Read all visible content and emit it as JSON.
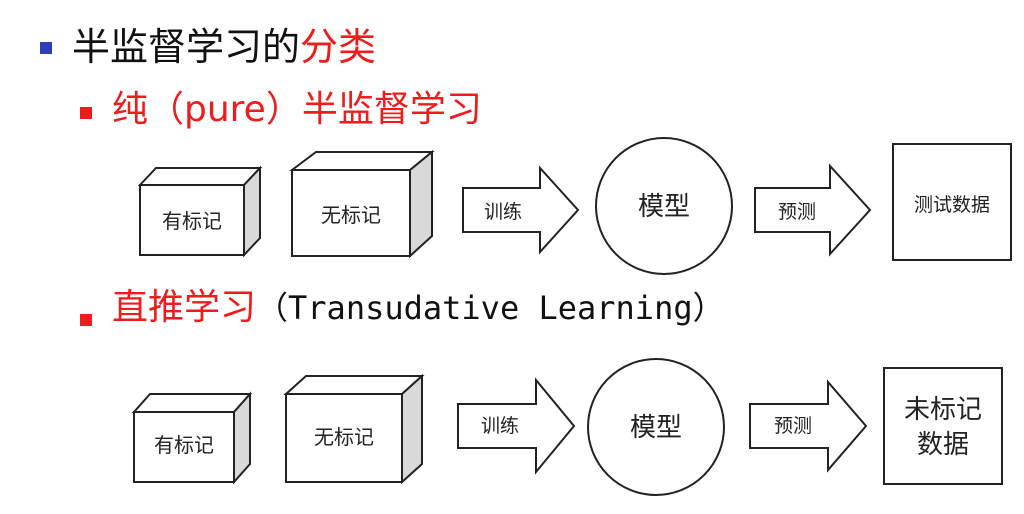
{
  "heading": {
    "prefix": "半监督学习的",
    "suffix": "分类"
  },
  "pure": {
    "label_red": "纯（pure）半监督学习"
  },
  "transductive": {
    "label_red": "直推学习",
    "label_rest": "（Transudative Learning）"
  },
  "flow1": {
    "labeled": "有标记",
    "unlabeled": "无标记",
    "train": "训练",
    "model": "模型",
    "predict": "预测",
    "target": "测试数据"
  },
  "flow2": {
    "labeled": "有标记",
    "unlabeled": "无标记",
    "train": "训练",
    "model": "模型",
    "predict": "预测",
    "target_line1": "未标记",
    "target_line2": "数据"
  },
  "colors": {
    "blue_bullet": "#2f3fb4",
    "red": "#ee1c1c"
  }
}
